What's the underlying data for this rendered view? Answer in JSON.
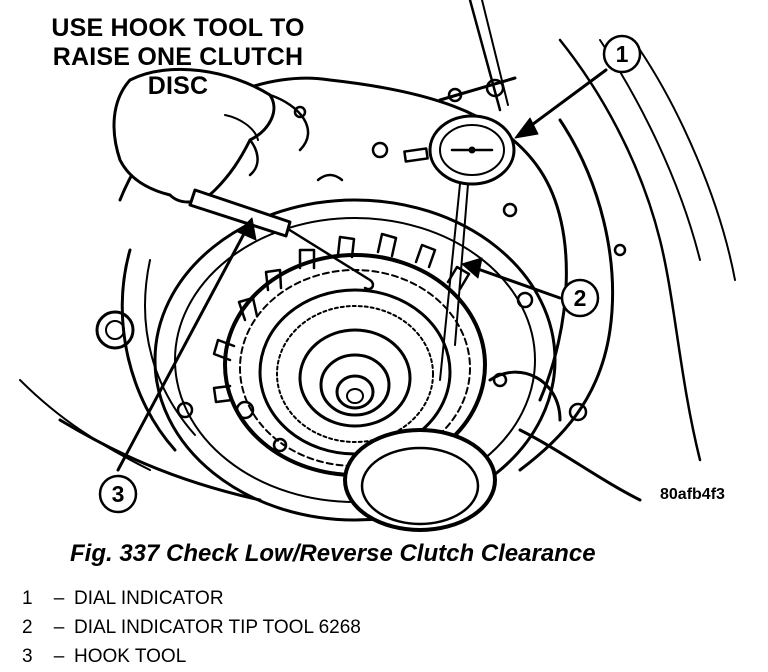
{
  "instruction": {
    "lines": [
      "USE HOOK TOOL TO",
      "RAISE ONE CLUTCH",
      "DISC"
    ]
  },
  "callouts": [
    "1",
    "2",
    "3"
  ],
  "figure_code": "80afb4f3",
  "caption": "Fig. 337 Check Low/Reverse Clutch Clearance",
  "legend": [
    {
      "number": "1",
      "dash": "–",
      "label": "DIAL INDICATOR"
    },
    {
      "number": "2",
      "dash": "–",
      "label": "DIAL INDICATOR TIP TOOL 6268"
    },
    {
      "number": "3",
      "dash": "–",
      "label": "HOOK TOOL"
    }
  ]
}
